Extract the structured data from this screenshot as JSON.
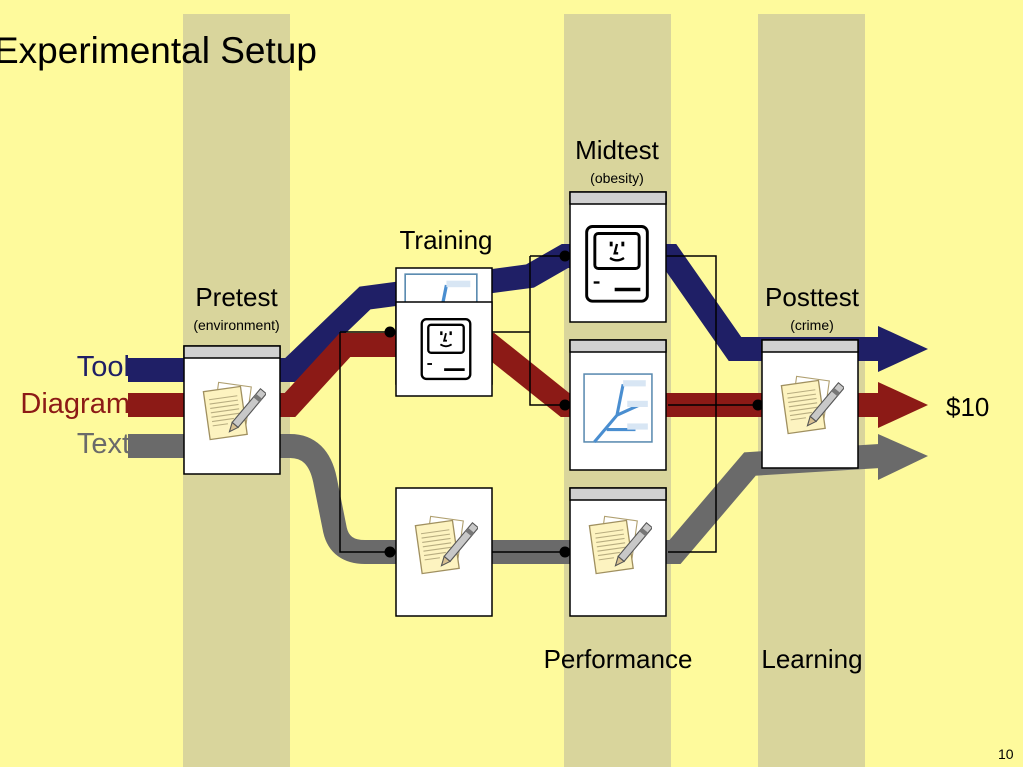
{
  "title": "Experimental Setup",
  "stages": {
    "pretest": {
      "label": "Pretest",
      "sub": "(environment)"
    },
    "training": {
      "label": "Training"
    },
    "midtest": {
      "label": "Midtest",
      "sub": "(obesity)"
    },
    "posttest": {
      "label": "Posttest",
      "sub": "(crime)"
    }
  },
  "bottom_labels": {
    "performance": "Performance",
    "learning": "Learning"
  },
  "lanes": [
    {
      "name": "Tool",
      "color": "#1f1f66"
    },
    {
      "name": "Diagram",
      "color": "#8c1a16"
    },
    {
      "name": "Text",
      "color": "#6a6a6a"
    }
  ],
  "reward": "$10",
  "page_number": "10",
  "colors": {
    "background": "#fefa9c",
    "band": "#d9d59c"
  },
  "icons": [
    "document-pen-icon",
    "mac-computer-icon",
    "diagram-thumbnail-icon"
  ]
}
